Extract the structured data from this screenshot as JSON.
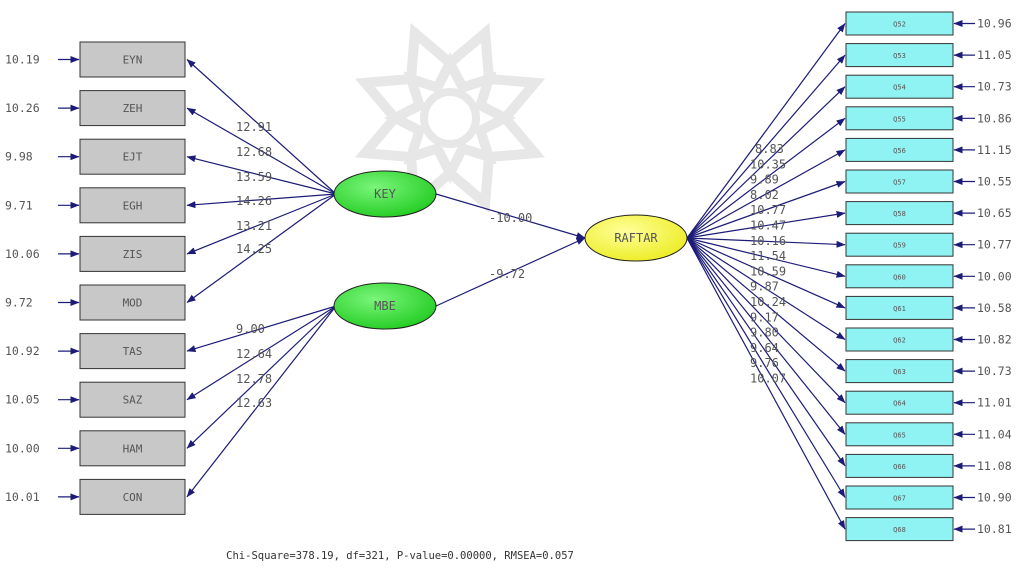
{
  "colors": {
    "arrow": "#1c1c78",
    "observed_left_fill": "#c8c8c8",
    "observed_right_fill": "#8ff3f3",
    "latent_exogenous_fill": "#33dd33",
    "latent_endogenous_fill": "#f2f230",
    "text": "#555555"
  },
  "latent_variables": [
    {
      "id": "KEY",
      "label": "KEY",
      "kind": "exogenous"
    },
    {
      "id": "MBE",
      "label": "MBE",
      "kind": "exogenous"
    },
    {
      "id": "RAFTAR",
      "label": "RAFTAR",
      "kind": "endogenous"
    }
  ],
  "left_indicators": [
    {
      "label": "EYN",
      "error": "10.19"
    },
    {
      "label": "ZEH",
      "error": "10.26"
    },
    {
      "label": "EJT",
      "error": "9.98"
    },
    {
      "label": "EGH",
      "error": "9.71"
    },
    {
      "label": "ZIS",
      "error": "10.06"
    },
    {
      "label": "MOD",
      "error": "9.72"
    },
    {
      "label": "TAS",
      "error": "10.92"
    },
    {
      "label": "SAZ",
      "error": "10.05"
    },
    {
      "label": "HAM",
      "error": "10.00"
    },
    {
      "label": "CON",
      "error": "10.01"
    }
  ],
  "key_loadings": [
    "12.91",
    "12.68",
    "13.59",
    "14.26",
    "13.21",
    "14.25"
  ],
  "mbe_loadings": [
    "9.00",
    "12.64",
    "12.78",
    "12.63"
  ],
  "paths": [
    {
      "from": "KEY",
      "to": "RAFTAR",
      "value": "-10.00"
    },
    {
      "from": "MBE",
      "to": "RAFTAR",
      "value": "-9.72"
    }
  ],
  "right_indicators": [
    {
      "label": "Q52",
      "error": "10.96"
    },
    {
      "label": "Q53",
      "error": "11.05"
    },
    {
      "label": "Q54",
      "error": "10.73"
    },
    {
      "label": "Q55",
      "error": "10.86"
    },
    {
      "label": "Q56",
      "error": "11.15"
    },
    {
      "label": "Q57",
      "error": "10.55"
    },
    {
      "label": "Q58",
      "error": "10.65"
    },
    {
      "label": "Q59",
      "error": "10.77"
    },
    {
      "label": "Q60",
      "error": "10.00"
    },
    {
      "label": "Q61",
      "error": "10.58"
    },
    {
      "label": "Q62",
      "error": "10.82"
    },
    {
      "label": "Q63",
      "error": "10.73"
    },
    {
      "label": "Q64",
      "error": "11.01"
    },
    {
      "label": "Q65",
      "error": "11.04"
    },
    {
      "label": "Q66",
      "error": "11.08"
    },
    {
      "label": "Q67",
      "error": "10.90"
    },
    {
      "label": "Q68",
      "error": "10.81"
    }
  ],
  "raftar_loadings": [
    "8.83",
    "10.35",
    "9.89",
    "8.02",
    "10.77",
    "10.47",
    "10.16",
    "11.54",
    "10.59",
    "9.87",
    "10.24",
    "9.17",
    "9.80",
    "9.64",
    "9.76",
    "10.07"
  ],
  "fit_statistics": "Chi-Square=378.19, df=321, P-value=0.00000, RMSEA=0.057"
}
